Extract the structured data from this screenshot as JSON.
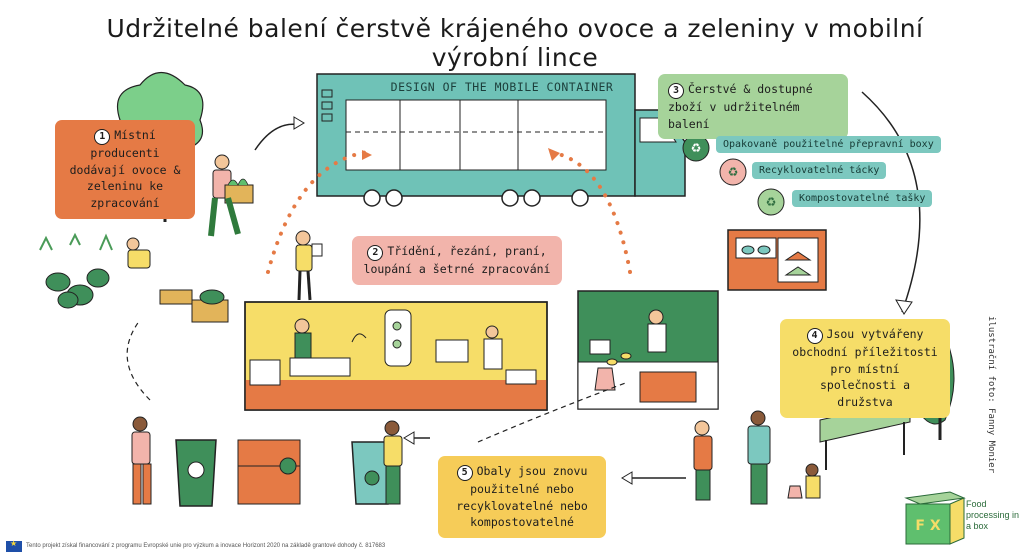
{
  "title": "Udržitelné balení čerstvě krájeného ovoce a zeleniny v mobilní výrobní lince",
  "container_label": "DESIGN OF THE MOBILE CONTAINER",
  "steps": [
    {
      "num": "1",
      "text": "Místní producenti dodávají ovoce & zeleninu ke zpracování"
    },
    {
      "num": "2",
      "text": "Třídění, řezání, praní, loupání a šetrné zpracování"
    },
    {
      "num": "3",
      "text": "Čerstvé & dostupné zboží v udržitelném balení"
    },
    {
      "num": "4",
      "text": "Jsou vytvářeny obchodní příležitosti pro místní společnosti a družstva"
    },
    {
      "num": "5",
      "text": "Obaly jsou znovu použitelné nebo recyklovatelné nebo kompostovatelné"
    }
  ],
  "packaging_tags": [
    "Opakovaně použitelné přepravní boxy",
    "Recyklovatelné tácky",
    "Kompostovatelné tašky"
  ],
  "credit": "ilustrační foto: Fanny Monier",
  "logo": {
    "mark": "F X",
    "text": "Food processing in a box"
  },
  "funding": "Tento projekt získal financování z programu Evropské unie pro výzkum a inovace Horizont 2020 na základě grantové dohody č. 817683",
  "colors": {
    "teal": "#6fc2b7",
    "orange": "#e57a45",
    "pink": "#f2b4ab",
    "green": "#a6d39a",
    "yellow": "#f6dd68",
    "dark_green": "#3f8f5a"
  }
}
